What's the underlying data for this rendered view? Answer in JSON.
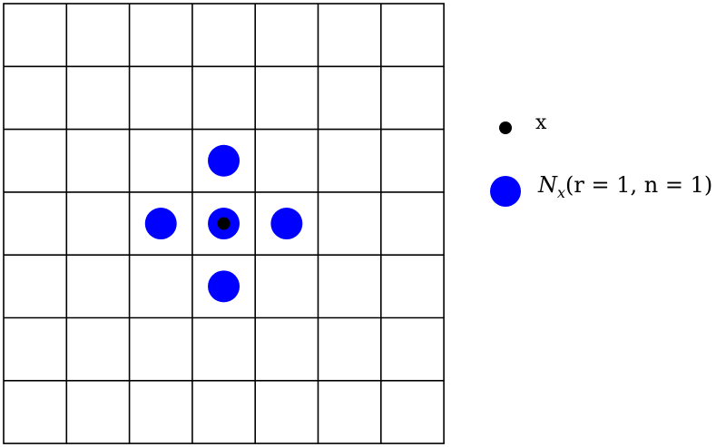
{
  "grid": {
    "rows": 7,
    "cols": 7,
    "line_color": "#000000",
    "background": "#ffffff"
  },
  "points": {
    "center": {
      "row": 3,
      "col": 3,
      "color": "#000000"
    },
    "neighbors": [
      {
        "row": 2,
        "col": 3
      },
      {
        "row": 3,
        "col": 2
      },
      {
        "row": 3,
        "col": 3
      },
      {
        "row": 3,
        "col": 4
      },
      {
        "row": 4,
        "col": 3
      }
    ],
    "neighbor_color": "#0000ff"
  },
  "legend": {
    "point_label": "x",
    "neighborhood_label": {
      "base": "N",
      "subscript": "x",
      "args": "(r = 1, n = 1)"
    }
  }
}
